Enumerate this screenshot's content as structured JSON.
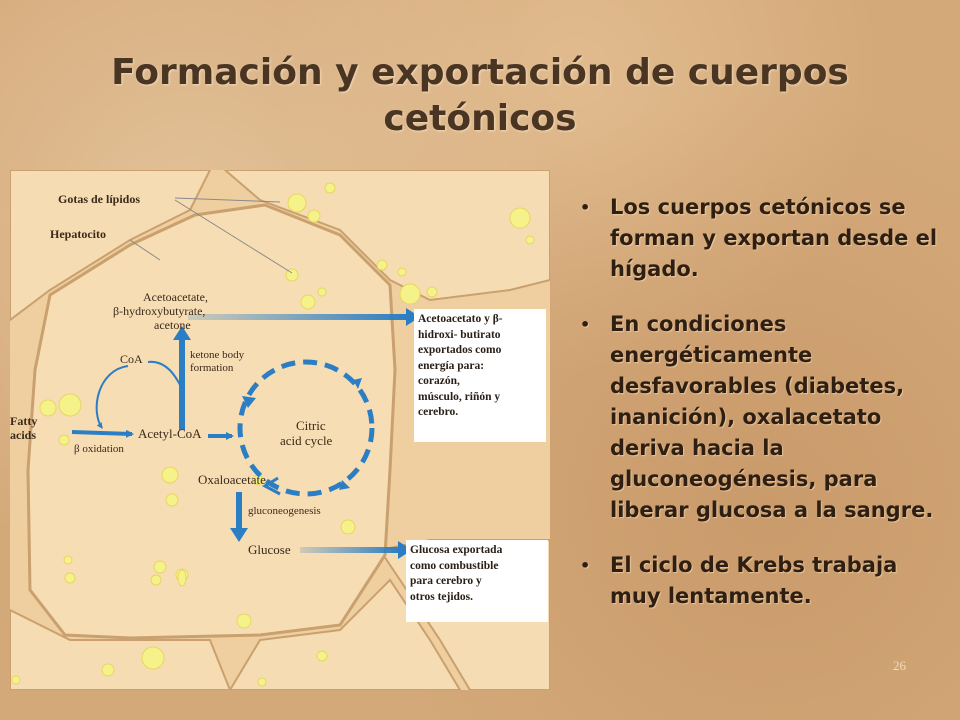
{
  "title": {
    "line1": "Formación y exportación de cuerpos",
    "line2": "cetónicos"
  },
  "diagram": {
    "labels": {
      "lipid_droplets": "Gotas de lípidos",
      "hepatocyte": "Hepatocito",
      "acetoacetate": "Acetoacetate,",
      "hydroxybutyrate": "β-hydroxybutyrate,",
      "acetone": "acetone",
      "ketone_body": "ketone body",
      "formation": "formation",
      "coa": "CoA",
      "fatty": "Fatty",
      "acids": "acids",
      "acetyl_coa": "Acetyl-CoA",
      "beta_oxidation": "β oxidation",
      "citric": "Citric",
      "acid_cycle": "acid cycle",
      "oxaloacetate": "Oxaloacetate",
      "gluconeogenesis": "gluconeogenesis",
      "glucose": "Glucose"
    },
    "callout_ketone": [
      "Acetoacetato y β-",
      "hidroxi- butirato",
      "exportados como",
      "energía para:",
      "corazón,",
      "músculo, riñón y",
      "cerebro."
    ],
    "callout_glucose": [
      "Glucosa exportada",
      "como combustible",
      "para cerebro y",
      "otros tejidos."
    ],
    "colors": {
      "cell_fill": "#f7ddb4",
      "membrane": "#c9a06e",
      "arrow_blue": "#2b7ec4",
      "droplet": "#f6f28a"
    }
  },
  "bullets": [
    "Los cuerpos cetónicos se forman y exportan desde el hígado.",
    "En condiciones energéticamente desfavorables (diabetes, inanición), oxalacetato deriva hacia la gluconeogénesis, para liberar glucosa a la sangre.",
    "El ciclo de Krebs trabaja muy lentamente."
  ],
  "page_number": "26"
}
